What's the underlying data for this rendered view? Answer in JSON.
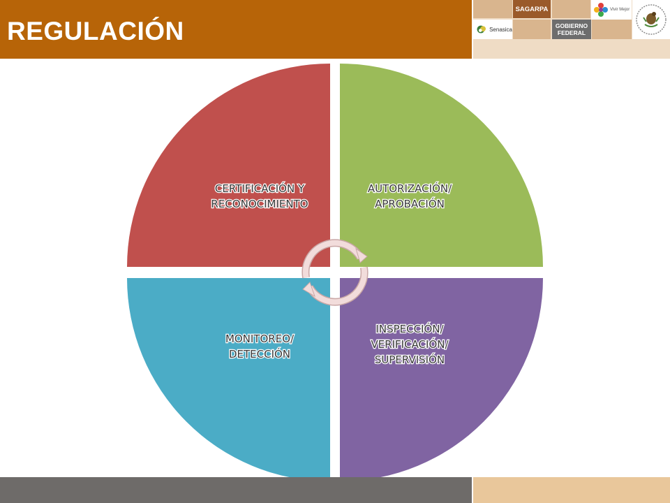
{
  "slide": {
    "title": "REGULACIÓN"
  },
  "logos": {
    "sagarpa": "SAGARPA",
    "senasica": "Senasica",
    "gobierno_line1": "GOBIERNO",
    "gobierno_line2": "FEDERAL",
    "vivir": "Vivir Mejor"
  },
  "diagram": {
    "quadrants": [
      {
        "id": "top-left",
        "lines": [
          "CERTIFICACIÓN  Y",
          "RECONOCIMIENTO"
        ],
        "color": "#c0504d"
      },
      {
        "id": "top-right",
        "lines": [
          "AUTORIZACIÓN/",
          "APROBACIÓN"
        ],
        "color": "#9bbb59"
      },
      {
        "id": "bottom-right",
        "lines": [
          "INSPECCIÓN/",
          "VERIFICACIÓN/",
          "SUPERVISIÓN"
        ],
        "color": "#8064a2"
      },
      {
        "id": "bottom-left",
        "lines": [
          "MONITOREO/",
          "DETECCIÓN"
        ],
        "color": "#4bacc6"
      }
    ],
    "cycle_arrow_color": "#f2dcdb"
  },
  "colors": {
    "header": "#b76408",
    "footer_left": "#6e6b69",
    "footer_right": "#e9c79b"
  }
}
